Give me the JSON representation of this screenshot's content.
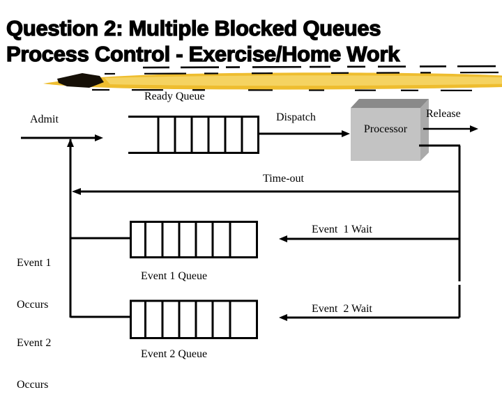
{
  "title": {
    "line1": "Question 2: Multiple Blocked Queues",
    "line2": "Process Control - Exercise/Home Work"
  },
  "diagram": {
    "ready_queue_label": "Ready Queue",
    "admit_label": "Admit",
    "dispatch_label": "Dispatch",
    "processor_label": "Processor",
    "release_label": "Release",
    "timeout_label": "Time-out",
    "event1": {
      "occurs_line1": "Event 1",
      "occurs_line2": "Occurs",
      "queue_label": "Event 1 Queue",
      "wait_label": "Event  1 Wait"
    },
    "event2": {
      "occurs_line1": "Event 2",
      "occurs_line2": "Occurs",
      "queue_label": "Event 2 Queue",
      "wait_label": "Event  2 Wait"
    },
    "colors": {
      "line": "#000000",
      "processor_front": "#c3c3c3",
      "processor_top": "#8a8a8a",
      "processor_side": "#aaaaaa",
      "brush_gold": "#eebd2f",
      "brush_gold_light": "#f6d76a",
      "brush_dark": "#161007"
    }
  }
}
